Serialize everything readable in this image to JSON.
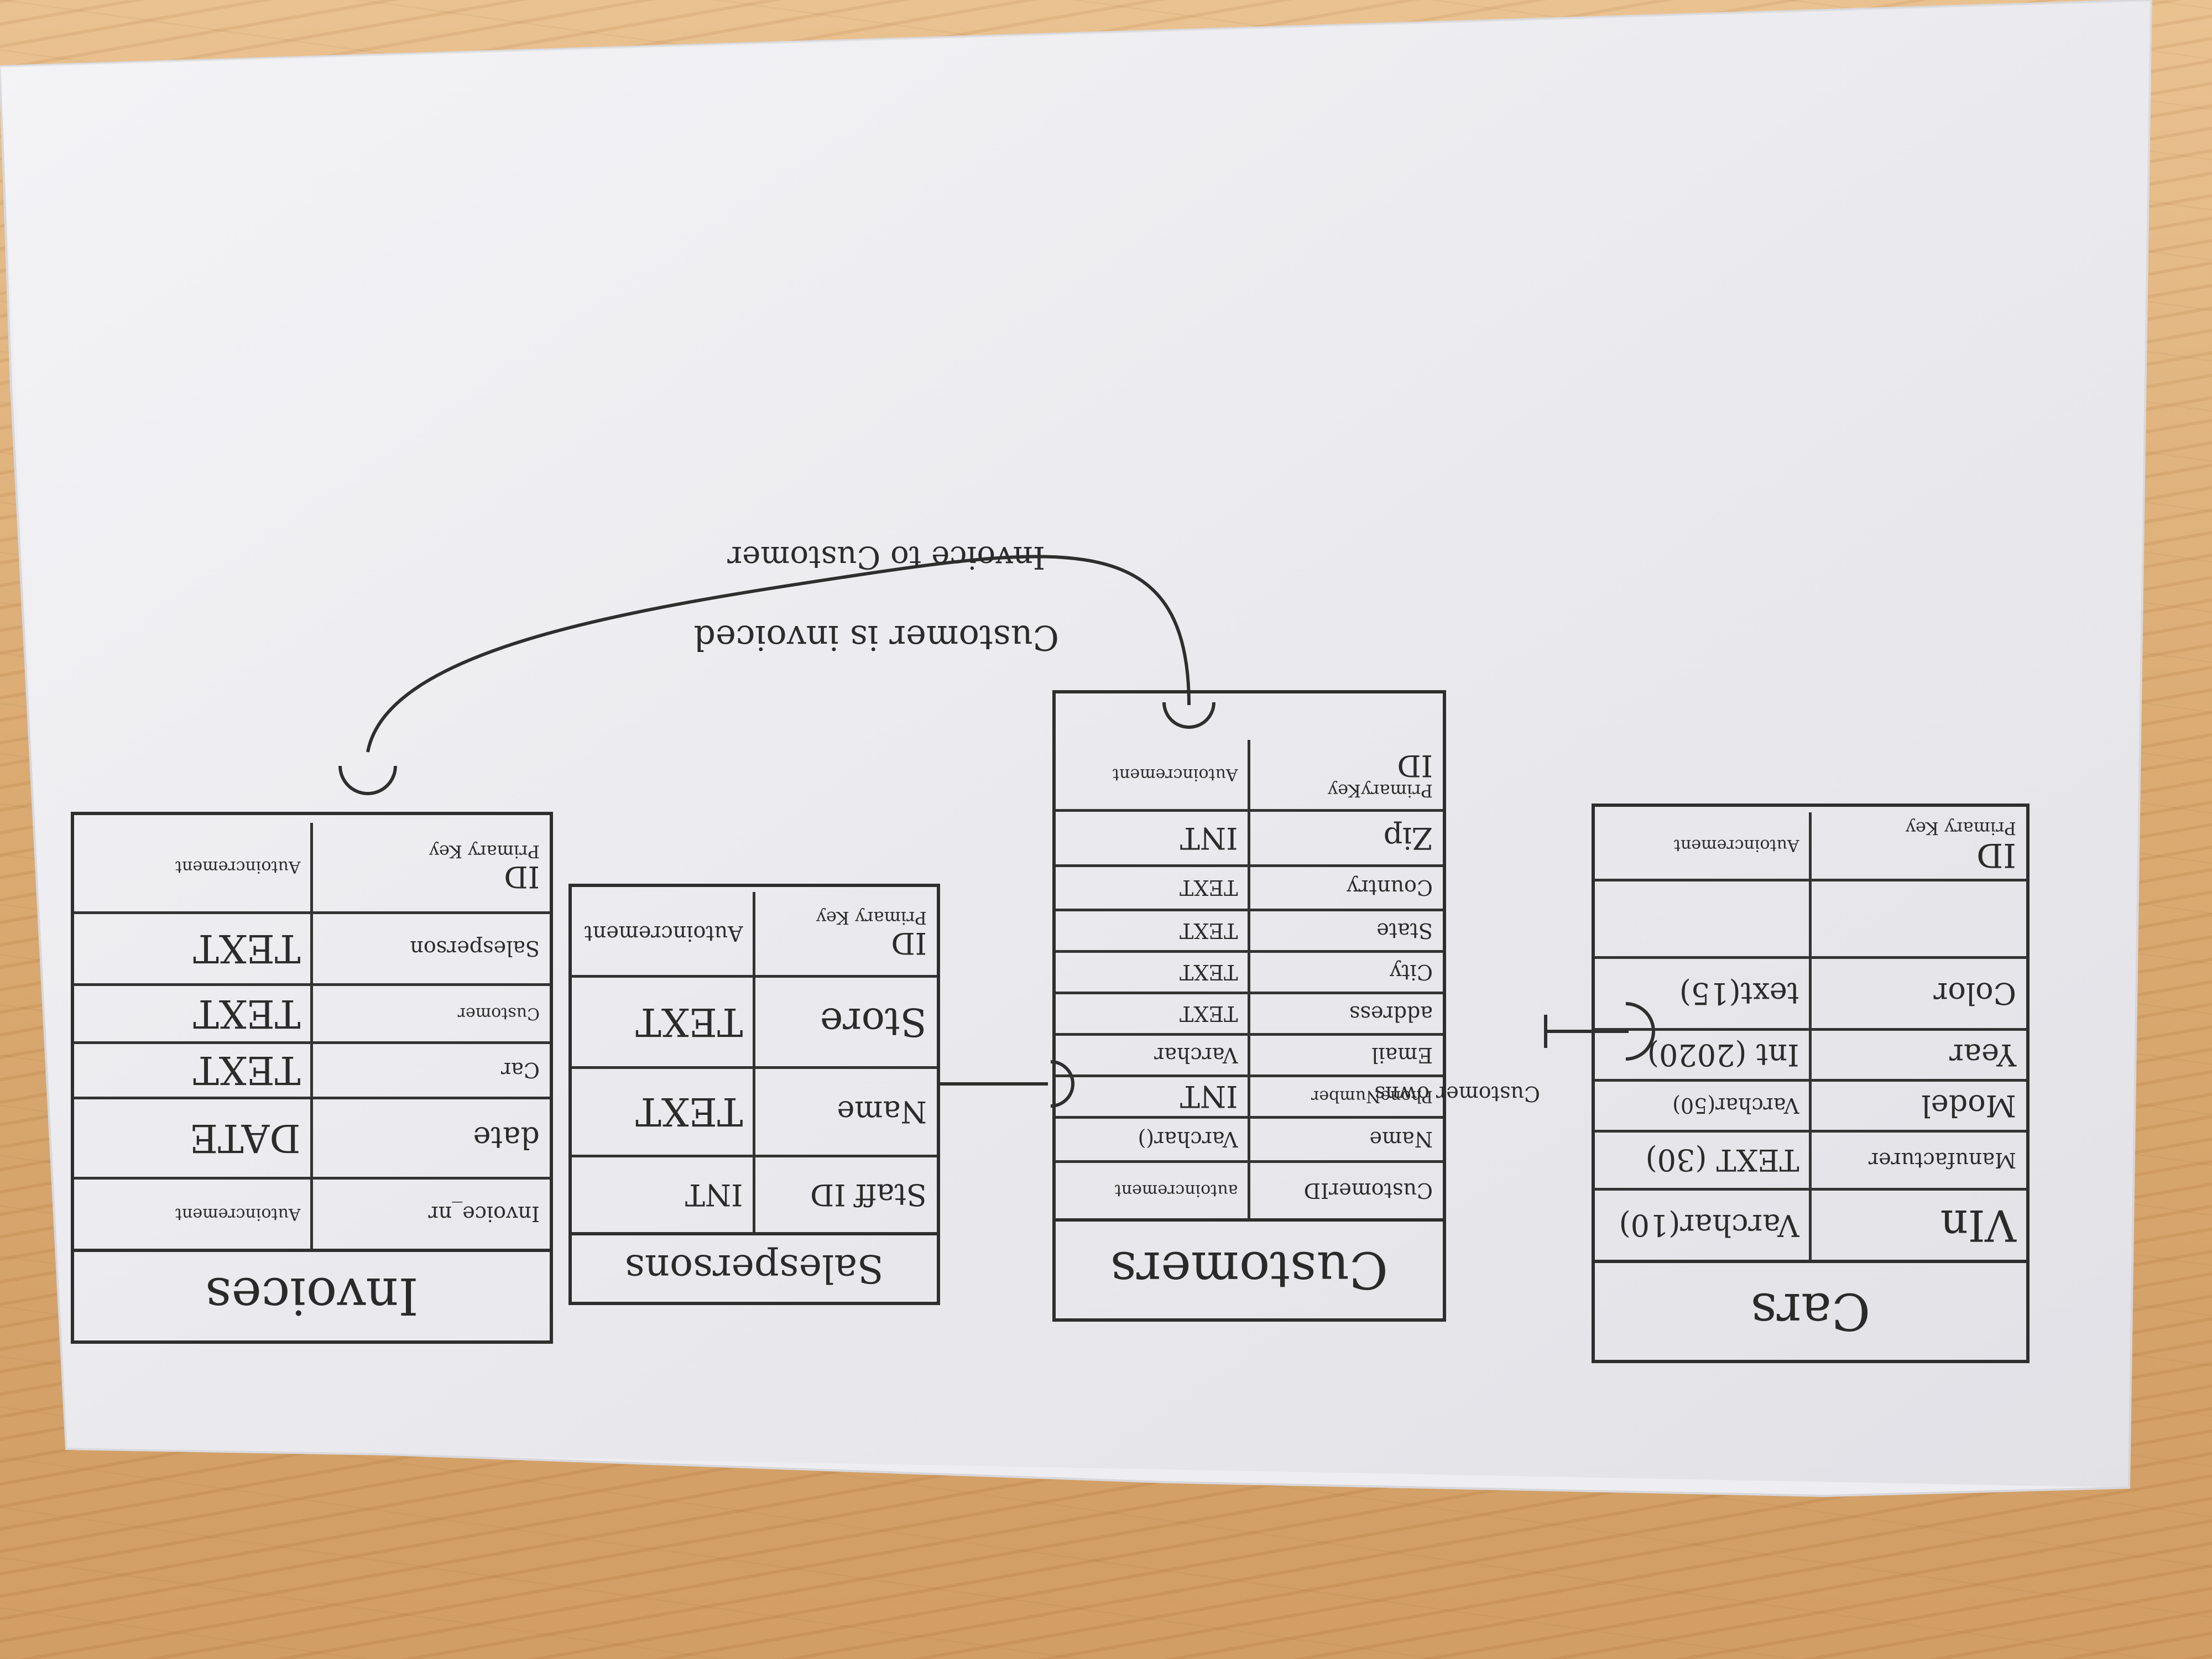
{
  "tables": {
    "cars": {
      "title": "Cars",
      "rows": [
        {
          "name": "VIn",
          "type": "Varchar(10)"
        },
        {
          "name": "Manufacturer",
          "type": "TEXT (30)"
        },
        {
          "name": "Model",
          "type": "Varchar(50)"
        },
        {
          "name": "Year",
          "type": "Int (2020)"
        },
        {
          "name": "Color",
          "type": "text(15)"
        },
        {
          "name": "",
          "type": ""
        },
        {
          "name": "ID",
          "name_note": "Primary Key",
          "type": "Autoincrement"
        }
      ]
    },
    "customers": {
      "title": "Customers",
      "rows": [
        {
          "name": "CustomerID",
          "type": "autoincrement"
        },
        {
          "name": "Name",
          "type": "Varchar()"
        },
        {
          "name": "PhoneNumber",
          "type": "INT"
        },
        {
          "name": "Email",
          "type": "Varchar"
        },
        {
          "name": "address",
          "type": "TEXT"
        },
        {
          "name": "City",
          "type": "TEXT"
        },
        {
          "name": "State",
          "type": "TEXT"
        },
        {
          "name": "Country",
          "type": "TEXT"
        },
        {
          "name": "Zip",
          "type": "INT"
        },
        {
          "name": "ID",
          "name_note": "PrimaryKey",
          "type": "Autoincrement"
        }
      ]
    },
    "salespersons": {
      "title": "Salespersons",
      "rows": [
        {
          "name": "Staff ID",
          "type": "INT"
        },
        {
          "name": "Name",
          "type": "TEXT"
        },
        {
          "name": "Store",
          "type": "TEXT"
        },
        {
          "name": "ID",
          "name_note": "Primary Key",
          "type": "Autoincrement"
        }
      ]
    },
    "invoices": {
      "title": "Invoices",
      "rows": [
        {
          "name": "Invoice_nr",
          "type": "Autoincrement"
        },
        {
          "name": "date",
          "type": "DATE"
        },
        {
          "name": "Car",
          "type": "TEXT"
        },
        {
          "name": "Customer",
          "type": "TEXT"
        },
        {
          "name": "Salesperson",
          "type": "TEXT"
        },
        {
          "name": "ID",
          "name_note": "Primary Key",
          "type": "Autoincrement"
        }
      ]
    }
  },
  "relationships": {
    "customer_owns_car": "Customer owns",
    "customer_invoiced_line1": "Customer is invoiced",
    "customer_invoiced_line2": "Invoice to Customer"
  },
  "colors": {
    "ink": "#2e2e2e",
    "paper": "#f1f1f3"
  }
}
